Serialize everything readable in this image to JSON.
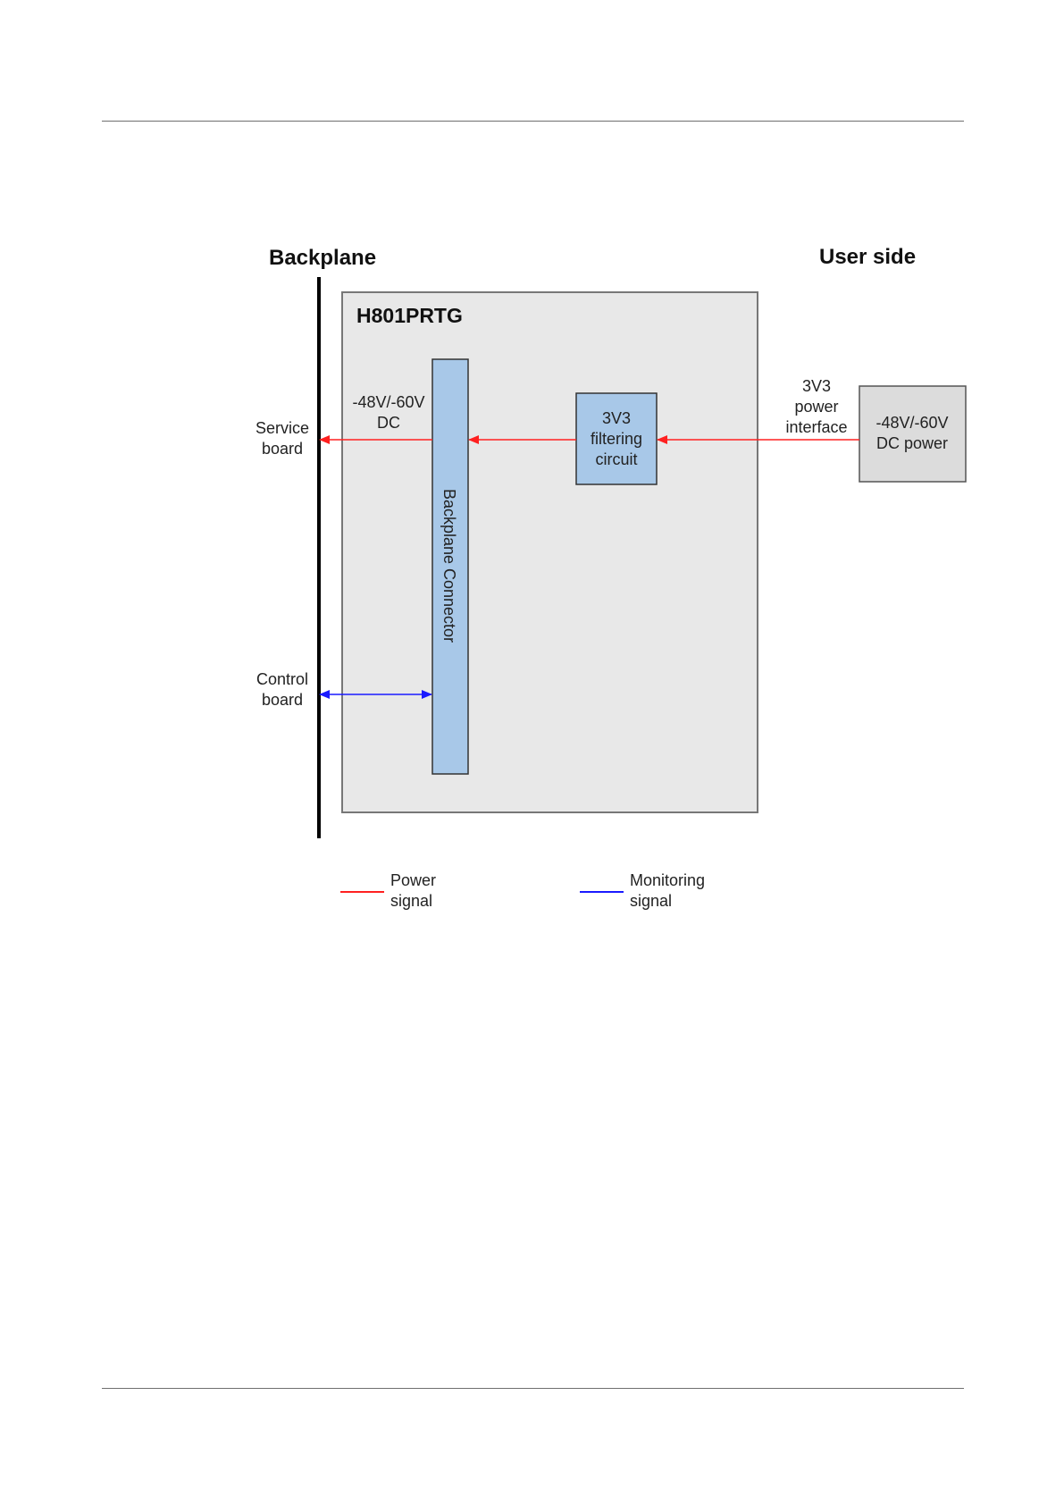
{
  "diagram": {
    "headings": {
      "backplane": "Backplane",
      "user_side": "User side"
    },
    "board_name": "H801PRTG",
    "backplane_connector": "Backplane Connector",
    "filter_block": [
      "3V3",
      "filtering",
      "circuit"
    ],
    "dc_power_block": [
      "-48V/-60V",
      "DC power"
    ],
    "interface_label": [
      "3V3",
      "power",
      "interface"
    ],
    "output_label": [
      "-48V/-60V",
      "DC"
    ],
    "service_board": [
      "Service",
      "board"
    ],
    "control_board": [
      "Control",
      "board"
    ],
    "legend": [
      {
        "lines": [
          "Power",
          "signal"
        ],
        "color": "#ff2020"
      },
      {
        "lines": [
          "Monitoring",
          "signal"
        ],
        "color": "#1a1aff"
      }
    ]
  },
  "colors": {
    "power_signal": "#ff2020",
    "monitoring_signal": "#1a1aff",
    "board_fill": "#e8e8e8",
    "block_fill": "#a8c8e8",
    "dc_fill": "#dcdcdc"
  }
}
